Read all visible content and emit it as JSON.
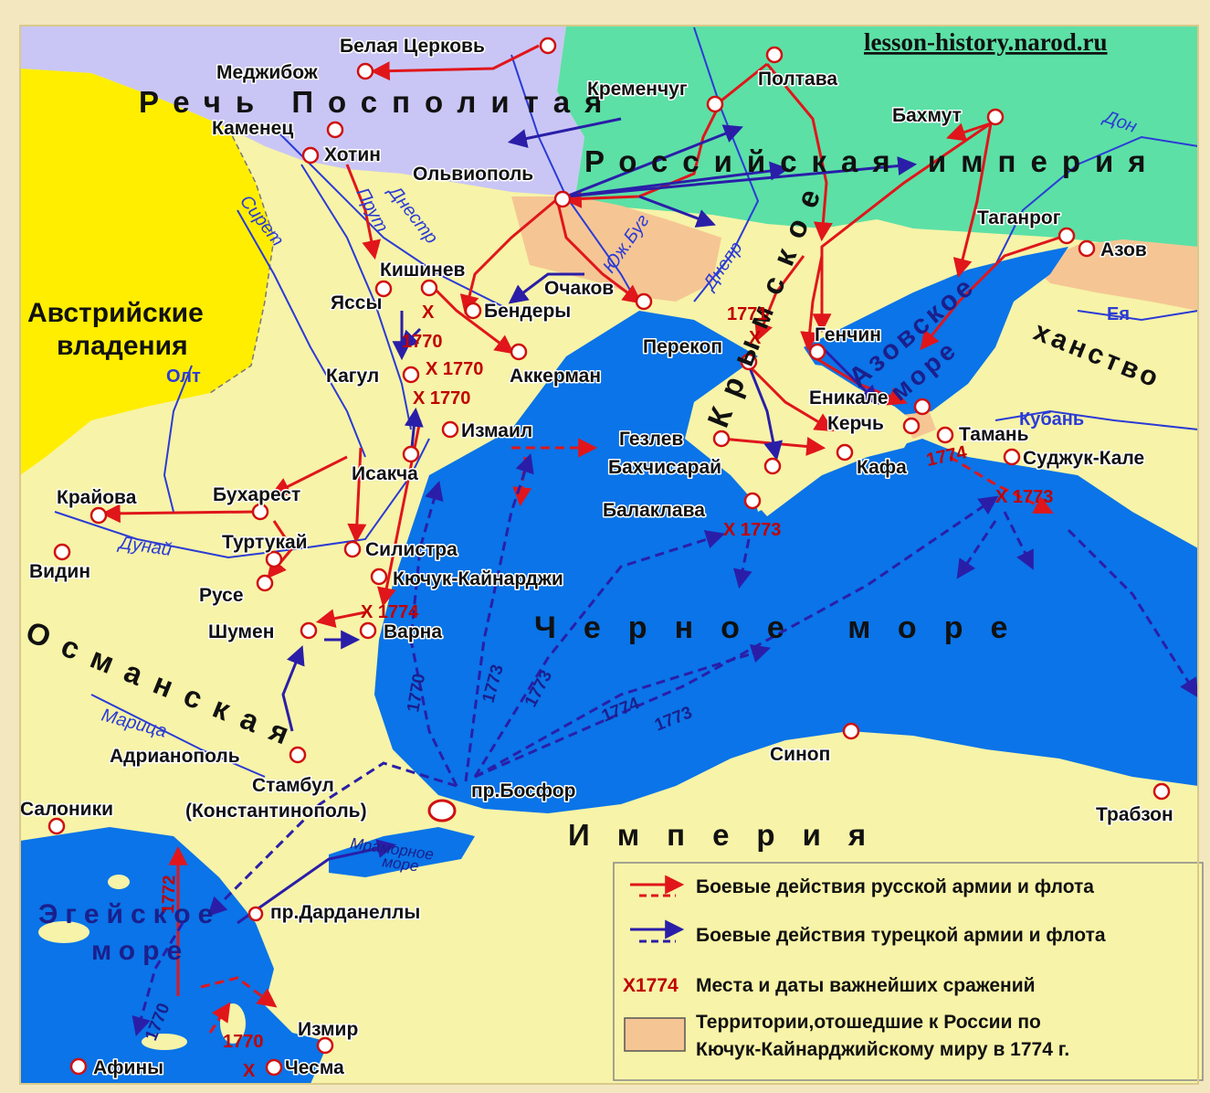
{
  "site": "lesson-history.narod.ru",
  "regions": {
    "rech": "Речь  Посполитая",
    "russia": "Российская  империя",
    "austria_1": "Австрийские",
    "austria_2": "владения",
    "crimean_khanate": "Крымское",
    "khanate": "ханство",
    "ottoman": "Османская",
    "osm_empire_2": "Империя"
  },
  "seas": {
    "black": "Черное  море",
    "azov": "Азовское",
    "azov_2": "море",
    "aegean": "Эгейское",
    "aegean_2": "море",
    "marmara": "Мраморное",
    "marmara_2": "море"
  },
  "rivers": {
    "don": "Дон",
    "dnepr": "Днепр",
    "yuzh_bug": "Юж.Буг",
    "dnestr": "Днестр",
    "prut": "Прут",
    "siret": "Сирет",
    "olt": "Олт",
    "dunai": "Дунай",
    "marica": "Марица",
    "kuban": "Кубань",
    "eya": "Ея"
  },
  "cities": {
    "belaya_cerkov": "Белая Церковь",
    "medzhibozh": "Меджибож",
    "kamenec": "Каменец",
    "hotin": "Хотин",
    "poltava": "Полтава",
    "kremenchug": "Кременчуг",
    "bahmut": "Бахмут",
    "olviopol": "Ольвиополь",
    "taganrog": "Таганрог",
    "azov": "Азов",
    "kishinev": "Кишинев",
    "yassy": "Яссы",
    "ochakov": "Очаков",
    "bendery": "Бендеры",
    "kagul": "Кагул",
    "akkerman": "Аккерман",
    "perekop": "Перекоп",
    "genchin": "Генчин",
    "enikale": "Еникале",
    "kerch": "Керчь",
    "taman": "Тамань",
    "sudzhuk_kale": "Суджук-Кале",
    "izmail": "Измаил",
    "gezlev": "Гезлев",
    "bahchisarai": "Бахчисарай",
    "kafa": "Кафа",
    "balaklava": "Балаклава",
    "isakcha": "Исакча",
    "kraiova": "Крайова",
    "buharest": "Бухарест",
    "turtukai": "Туртукай",
    "silistra": "Силистра",
    "vidin": "Видин",
    "ruse": "Русе",
    "kyuchuk": "Кючук-Кайнарджи",
    "shumen": "Шумен",
    "varna": "Варна",
    "adrianopol": "Адрианополь",
    "stambul": "Стамбул",
    "konstantinopol": "(Константинополь)",
    "bosfor": "пр.Босфор",
    "saloniki": "Салоники",
    "dardanelly": "пр.Дарданеллы",
    "sinop": "Синоп",
    "trabzon": "Трабзон",
    "izmir": "Измир",
    "afiny": "Афины",
    "chesma": "Чесма"
  },
  "battles": {
    "b1770a": "1770",
    "b1770b": "Х 1770",
    "b1770c": "Х 1770",
    "b1771": "1771",
    "b1773a": "Х 1773",
    "b1773b": "Х 1773",
    "b1774a": "Х 1774",
    "b1770d": "1770",
    "b1774b": "1774"
  },
  "route_years": {
    "y1770v": "1770",
    "y1773a": "1773",
    "y1773b": "1773",
    "y1774": "1774",
    "y1773c": "1773",
    "y1772": "1772",
    "y1770g": "1770"
  },
  "legend": {
    "russian": "Боевые действия русской армии и флота",
    "turkish": "Боевые действия турецкой армии и флота",
    "battle_symbol": "Х1774",
    "battles": "Места и даты важнейших сражений",
    "territory_1": "Территории,отошедшие к России по",
    "territory_2": "Кючук-Кайнарджийскому миру в 1774 г."
  },
  "colors": {
    "sea": "#0a74e8",
    "ottoman_land": "#f7f3a8",
    "russia_land": "#5ce0a6",
    "poland": "#c9c6f5",
    "austria": "#ffee00",
    "ceded": "#f5c694",
    "russian_arrow": "#e0161b",
    "turkish_arrow": "#2a1ea8",
    "river": "#2b3bd6"
  }
}
